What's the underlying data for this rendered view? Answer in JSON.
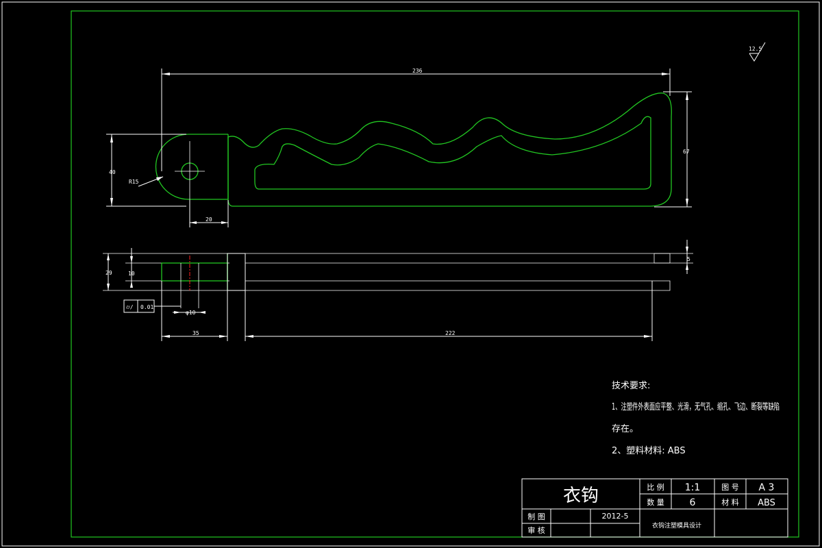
{
  "drawing": {
    "dimensions": {
      "overall_length": "236",
      "height": "67",
      "left_height": "40",
      "radius": "R15",
      "lug_width": "20",
      "thickness": "5",
      "total_thickness": "29",
      "inner_height": "10",
      "hole_dia": "φ10",
      "lug_length": "35",
      "body_length": "222"
    },
    "tolerance": {
      "symbol": "⌭/",
      "value": "0.01"
    },
    "roughness": "12.5"
  },
  "notes": {
    "heading": "技术要求:",
    "line1a": "1、注塑件外表面应平整、光滑，无气孔、缩孔、飞边、断裂等缺陷",
    "line1b": "存在。",
    "line2": "2、塑料材料: ABS"
  },
  "title_block": {
    "part_name": "衣钩",
    "scale_label": "比 例",
    "scale_value": "1:1",
    "sheet_label": "图 号",
    "sheet_value": "A 3",
    "qty_label": "数 量",
    "qty_value": "6",
    "material_label": "材 料",
    "material_value": "ABS",
    "drawn_label": "制 图",
    "date": "2012-5",
    "checked_label": "审 核",
    "project": "衣钩注塑模具设计"
  },
  "colors": {
    "background": "#000000",
    "outline": "#22c822",
    "lines": "#ffffff",
    "center": "#ff2020"
  }
}
